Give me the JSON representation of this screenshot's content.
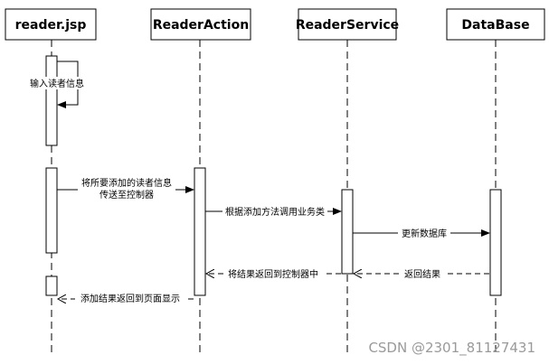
{
  "participants": [
    {
      "id": "reader_jsp",
      "label": "reader.jsp"
    },
    {
      "id": "reader_action",
      "label": "ReaderAction"
    },
    {
      "id": "reader_service",
      "label": "ReaderService"
    },
    {
      "id": "database",
      "label": "DataBase"
    }
  ],
  "messages": [
    {
      "id": "input_reader_info",
      "lines": [
        "输入读者信息"
      ]
    },
    {
      "id": "send_to_controller",
      "lines": [
        "将所要添加的读者信息",
        "传送至控制器"
      ]
    },
    {
      "id": "call_service",
      "lines": [
        "根据添加方法调用业务类"
      ]
    },
    {
      "id": "update_db",
      "lines": [
        "更新数据库"
      ]
    },
    {
      "id": "return_result",
      "lines": [
        "返回结果"
      ]
    },
    {
      "id": "return_to_controller",
      "lines": [
        "将结果返回到控制器中"
      ]
    },
    {
      "id": "display_result",
      "lines": [
        "添加结果返回到页面显示"
      ]
    }
  ],
  "watermark": "CSDN @2301_81127431"
}
